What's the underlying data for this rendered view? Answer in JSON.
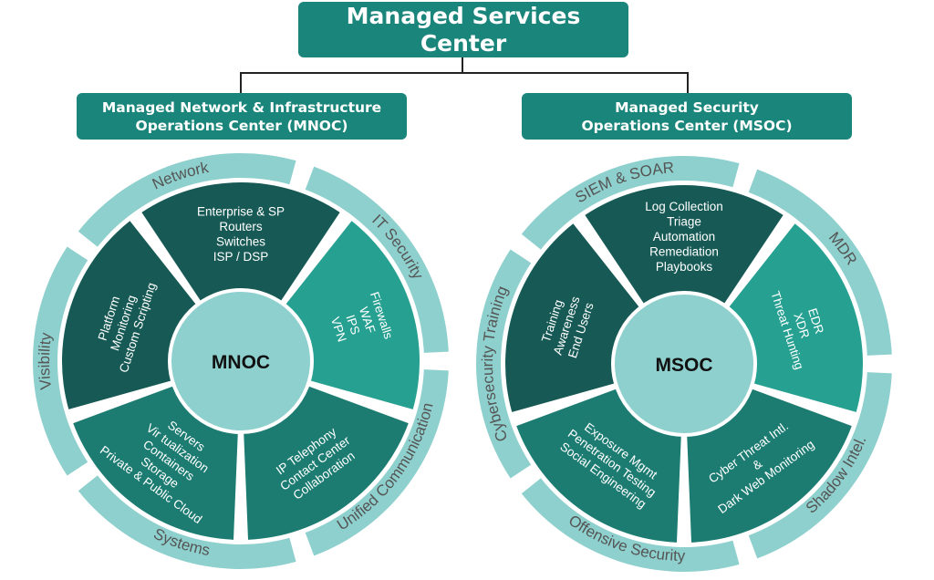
{
  "header": {
    "title_lines": [
      "Managed Services",
      "Center"
    ]
  },
  "mnoc": {
    "title_lines": [
      "Managed Network & Infrastructure",
      "Operations Center (MNOC)"
    ],
    "hub": "MNOC",
    "ring": [
      "Network",
      "IT Security",
      "Unified Communication",
      "Systems",
      "Visibility"
    ],
    "segments": [
      {
        "lines": [
          "Enterprise & SP",
          "Routers",
          "Switches",
          "ISP / DSP"
        ]
      },
      {
        "lines": [
          "Firewalls",
          "WAF",
          "IPS",
          "VPN"
        ]
      },
      {
        "lines": [
          "IP Telephony",
          "Contact Center",
          "Collaboration"
        ]
      },
      {
        "lines": [
          "Servers",
          "Vir tualization",
          "Containers",
          "Storage",
          "Private & Public Cloud"
        ]
      },
      {
        "lines": [
          "Platform",
          "Monitoring",
          "Custom Scripting"
        ]
      }
    ]
  },
  "msoc": {
    "title_lines": [
      "Managed Security",
      "Operations Center (MSOC)"
    ],
    "hub": "MSOC",
    "ring": [
      "SIEM & SOAR",
      "MDR",
      "Shadow Intel.",
      "Offensive Security",
      "Cybersecurity Training"
    ],
    "segments": [
      {
        "lines": [
          "Log Collection",
          "Triage",
          "Automation",
          "Remediation",
          "Playbooks"
        ]
      },
      {
        "lines": [
          "EDR",
          "XDR",
          "Threat Hunting"
        ]
      },
      {
        "lines": [
          "Cyber Threat Intl.",
          "&",
          "Dark Web Monitoring"
        ]
      },
      {
        "lines": [
          "Exposure Mgmt",
          "Penetration Testing",
          "Social Engineering"
        ]
      },
      {
        "lines": [
          "Training",
          "Awareness",
          "End Users"
        ]
      }
    ]
  },
  "colors": {
    "header_box": "#1a857a",
    "ring": "#8ed0cd",
    "segment_dark": "#175a55",
    "segment_mid": "#1c7c72",
    "segment_light": "#26a091",
    "hub": "#8ed0cd"
  }
}
